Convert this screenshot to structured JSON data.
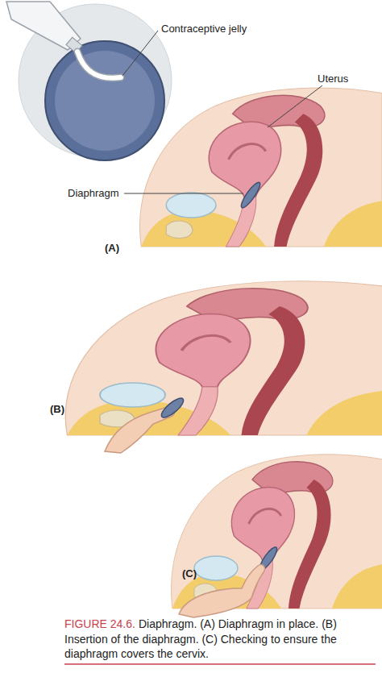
{
  "diagram": {
    "caption": "Diaphragm. (A) Diaphragm in place. (B) Insertion of the diaphragm. (C) Checking to ensure the diaphragm covers the cervix.",
    "labels": [
      "Contraceptive jelly",
      "Uterus",
      "Diaphragm",
      "(A)",
      "(B)",
      "(C)",
      "FIGURE 24.6."
    ]
  }
}
